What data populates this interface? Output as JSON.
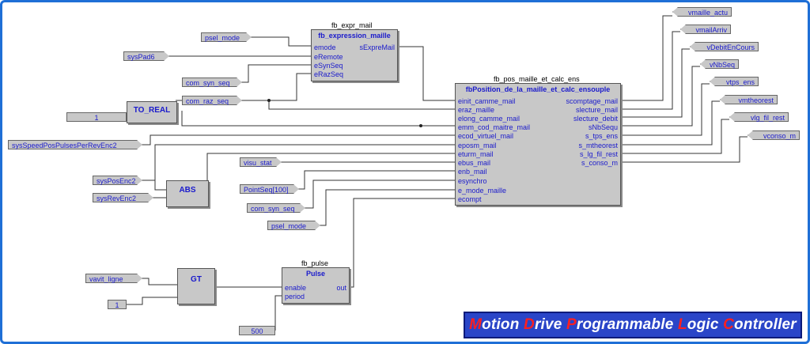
{
  "blocks": {
    "expr": {
      "instance": "fb_expr_mail",
      "type": "fb_expression_maille",
      "inputs": [
        "emode",
        "eRemote",
        "eSynSeq",
        "eRazSeq"
      ],
      "outputs": [
        "sExpreMail"
      ]
    },
    "pos": {
      "instance": "fb_pos_maille_et_calc_ens",
      "type": "fbPosition_de_la_maille_et_calc_ensouple",
      "inputs": [
        "einit_camme_mail",
        "eraz_maille",
        "elong_camme_mail",
        "emm_cod_maitre_mail",
        "ecod_virtuel_mail",
        "eposm_mail",
        "eturm_mail",
        "ebus_mail",
        "enb_mail",
        "esynchro",
        "e_mode_maille",
        "ecompt"
      ],
      "outputs": [
        "scomptage_mail",
        "slecture_mail",
        "slecture_debit",
        "sNbSequ",
        "s_tps_ens",
        "s_mtheorest",
        "s_lg_fil_rest",
        "s_conso_m"
      ]
    },
    "pulse": {
      "instance": "fb_pulse",
      "type": "Pulse",
      "inputs": [
        "enable",
        "period"
      ],
      "outputs": [
        "out"
      ]
    }
  },
  "operators": {
    "to_real": "TO_REAL",
    "abs": "ABS",
    "gt": "GT"
  },
  "variables": {
    "psel_mode_1": "psel_mode",
    "sysPad6": "sysPad6",
    "com_syn_seq_1": "com_syn_seq",
    "com_raz_seq": "com_raz_seq",
    "sysSpeed": "sysSpeedPosPulsesPerRevEnc2",
    "sysPosEnc2": "sysPosEnc2",
    "sysRevEnc2": "sysRevEnc2",
    "visu_stat": "visu_stat",
    "pointseq": "PointSeq[100]",
    "com_syn_seq_2": "com_syn_seq",
    "psel_mode_2": "psel_mode",
    "vavit_ligne": "vavit_ligne"
  },
  "constants": {
    "c1_toreal": "1",
    "c1_gt": "1",
    "c500": "500"
  },
  "outputs": [
    "vmaille_actu",
    "vmailArriv",
    "vDebitEnCours",
    "vNbSeq",
    "vtps_ens",
    "vmtheorest",
    "vlg_fil_rest",
    "vconso_m"
  ],
  "banner": {
    "w1_cap": "M",
    "w1_rest": "otion ",
    "w2_cap": "D",
    "w2_rest": "rive ",
    "w3_cap": "P",
    "w3_rest": "rogrammable ",
    "w4_cap": "L",
    "w4_rest": "ogic ",
    "w5_cap": "C",
    "w5_rest": "ontroller"
  },
  "colors": {
    "frame": "#1f6fd6",
    "block": "#c8c8c8",
    "pin_text": "#1a1acc",
    "banner_bg": "#2a45c8",
    "banner_caps": "#ff1f1f"
  }
}
